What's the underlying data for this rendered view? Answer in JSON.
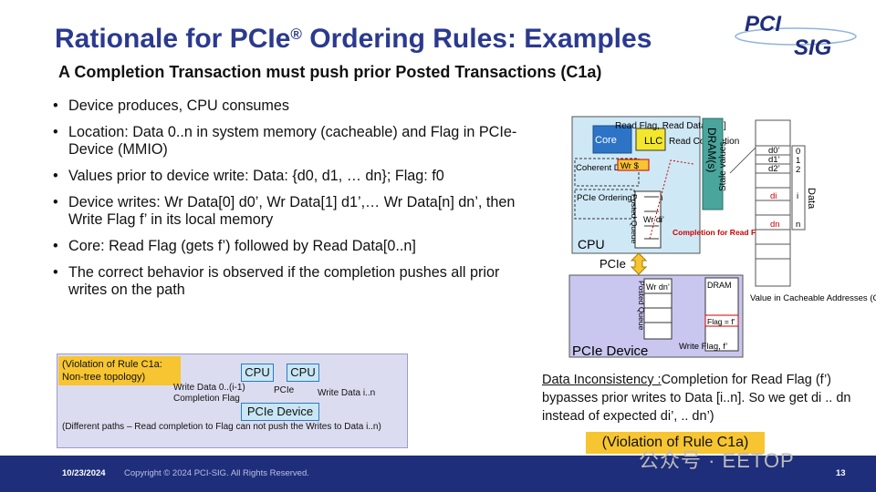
{
  "header": {
    "title_main": "Rationale for PCIe",
    "title_reg": "®",
    "title_rest": " Ordering Rules: Examples",
    "subtitle": "A Completion Transaction must push prior Posted Transactions (C1a)",
    "logo_top": "PCI",
    "logo_bottom": "SIG"
  },
  "bullets": [
    "Device produces, CPU consumes",
    "Location: Data 0..n in system memory (cacheable) and Flag in PCIe-Device (MMIO)",
    "Values prior to device write: Data: {d0, d1, … dn}; Flag: f0",
    "Device writes: Wr Data[0] d0’, Wr Data[1] d1’,… Wr Data[n] dn’, then Write Flag f’ in its local memory",
    "Core: Read Flag (gets f’) followed by Read Data[0..n]",
    "The correct behavior is observed if the completion pushes all prior writes on the path"
  ],
  "diagram": {
    "core": "Core",
    "llc": "LLC",
    "coherent_domain": "Coherent Domain",
    "wr_dollar": "Wr $",
    "pcie_ordering": "PCIe Ordering domain",
    "posted_queue_cpu": "Posted Queue",
    "wr_di": "Wr di’",
    "cpu": "CPU",
    "read_flag": "Read Flag, Read Data[0..n]",
    "read_completion": "Read Completion",
    "dram_s": "DRAM(s)",
    "stale_values": "Stale values",
    "completion_note": "Completion for Read Flag = f’",
    "pcie_link": "PCIe",
    "posted_queue_dev": "Posted Queue",
    "wr_dn": "Wr dn’",
    "dram_dev": "DRAM",
    "flag_f": "Flag = f’",
    "write_flag": "Write Flag, f’",
    "pcie_device": "PCIe Device",
    "mem_values": [
      "d0’",
      "d1’",
      "d2’",
      "di",
      "dn"
    ],
    "mem_index": [
      "0",
      "1",
      "2",
      "i",
      "n"
    ],
    "data_label": "Data",
    "value_cache_note": "Value in Cacheable Addresses (Caching Hierarchy / DRAMs)"
  },
  "violation": {
    "note": "(Violation of Rule C1a: Non-tree topology)",
    "cpu1": "CPU",
    "cpu2": "CPU",
    "pcie": "PCIe",
    "write_data": "Write Data 0..(i-1) Completion Flag",
    "write_data_n": "Write Data i..n",
    "device": "PCIe Device",
    "paths": "(Different paths –  Read completion to Flag can not push the Writes to Data i..n)"
  },
  "inconsistency": {
    "label": "Data Inconsistency :",
    "text": "Completion for Read Flag (f’) bypasses prior writes to Data [i..n]. So we get di .. dn instead of expected di’, .. dn’)"
  },
  "rule_badge": "(Violation of Rule C1a)",
  "footer": {
    "date": "10/23/2024",
    "copyright": "Copyright © 2024 PCI-SIG. All Rights Reserved.",
    "page": "13"
  },
  "watermark": "公众号 · EETOP"
}
